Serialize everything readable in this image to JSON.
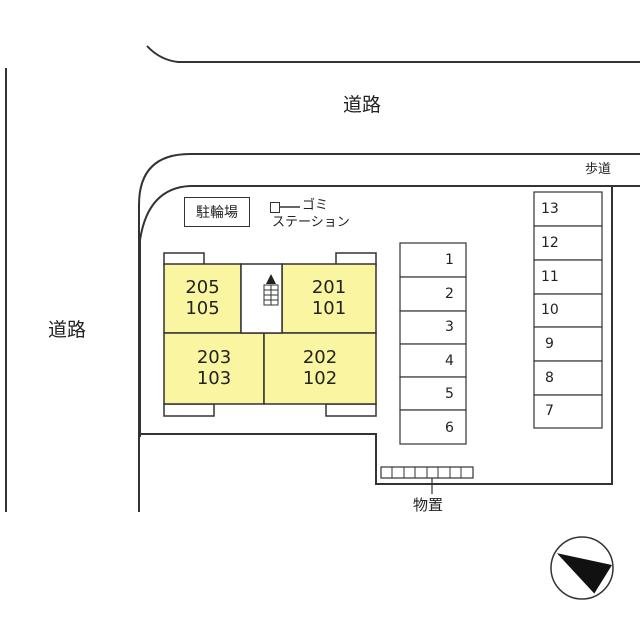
{
  "roads": {
    "top": "道路",
    "left": "道路"
  },
  "walkway": "歩道",
  "bicycle_parking": "駐輪場",
  "garbage_station": {
    "line1": "ゴミ",
    "line2": "ステーション"
  },
  "units": [
    {
      "top": "205",
      "bottom": "105"
    },
    {
      "top": "201",
      "bottom": "101"
    },
    {
      "top": "203",
      "bottom": "103"
    },
    {
      "top": "202",
      "bottom": "102"
    }
  ],
  "parking_left": [
    "1",
    "2",
    "3",
    "4",
    "5",
    "6"
  ],
  "parking_right": [
    "13",
    "12",
    "11",
    "10",
    "9",
    "8",
    "7"
  ],
  "storage": "物置",
  "colors": {
    "unit_fill": "#faf5a0",
    "line": "#333333"
  },
  "icons": [
    "stairs-icon",
    "north-arrow-icon"
  ]
}
